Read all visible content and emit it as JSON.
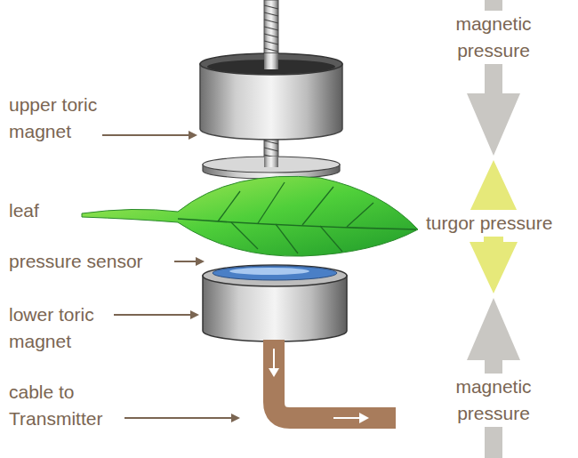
{
  "diagram": {
    "labels": [
      "upper toric magnet",
      "leaf",
      "pressure sensor",
      "lower toric magnet",
      "cable to Transmitter",
      "magnetic pressure",
      "turgor pressure",
      "magnetic pressure"
    ]
  }
}
